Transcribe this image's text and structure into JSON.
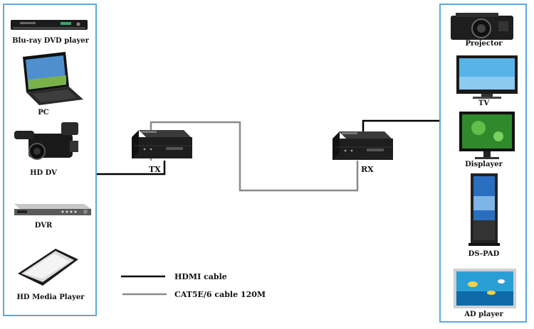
{
  "sources": [
    {
      "label": "Blu-ray DVD player",
      "icon": "bluray-player-icon"
    },
    {
      "label": "PC",
      "icon": "laptop-icon"
    },
    {
      "label": "HD DV",
      "icon": "camcorder-icon"
    },
    {
      "label": "DVR",
      "icon": "dvr-icon"
    },
    {
      "label": "HD Media Player",
      "icon": "media-player-icon"
    }
  ],
  "displays": [
    {
      "label": "Projector",
      "icon": "projector-icon"
    },
    {
      "label": "TV",
      "icon": "tv-icon"
    },
    {
      "label": "Displayer",
      "icon": "monitor-icon"
    },
    {
      "label": "DS-PAD",
      "icon": "kiosk-display-icon"
    },
    {
      "label": "AD player",
      "icon": "ad-player-icon"
    }
  ],
  "transmitter": {
    "label": "TX",
    "icon": "hdmi-extender-tx-icon"
  },
  "receiver": {
    "label": "RX",
    "icon": "hdmi-extender-rx-icon"
  },
  "legend": {
    "hdmi_label": "HDMI cable",
    "cat_label": "CAT5E/6 cable 120M",
    "hdmi_color": "#000000",
    "cat_color": "#8a8a8a"
  },
  "colors": {
    "panel_border": "#5aa9df"
  }
}
